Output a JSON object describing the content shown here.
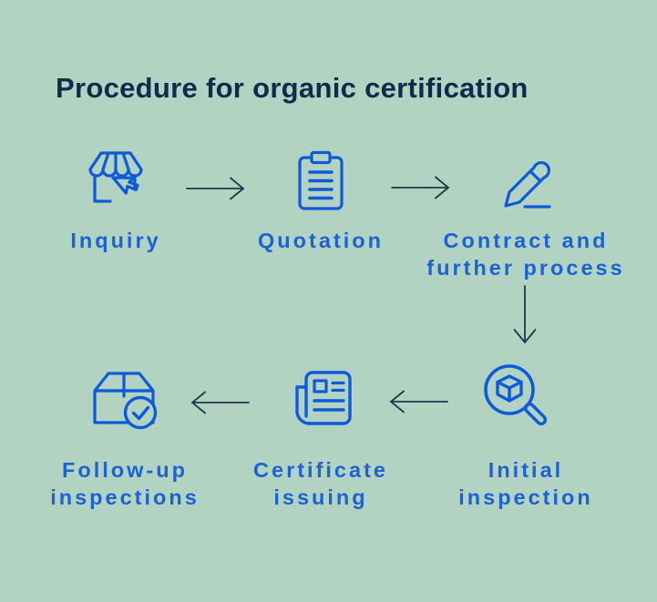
{
  "title": "Procedure for organic certification",
  "colors": {
    "background": "#b3d3c2",
    "title": "#0d2b4a",
    "label": "#1a62d5",
    "icon": "#0d5bd9",
    "arrow": "#20374b"
  },
  "steps": [
    {
      "label": "Inquiry",
      "icon": "store-cursor-icon"
    },
    {
      "label": "Quotation",
      "icon": "clipboard-icon"
    },
    {
      "label": "Contract and\nfurther process",
      "icon": "pencil-signature-icon"
    },
    {
      "label": "Initial\ninspection",
      "icon": "magnifier-cube-icon"
    },
    {
      "label": "Certificate\nissuing",
      "icon": "newspaper-certificate-icon"
    },
    {
      "label": "Follow-up\ninspections",
      "icon": "package-check-icon"
    }
  ],
  "flow_order": [
    "Inquiry",
    "Quotation",
    "Contract and further process",
    "Initial inspection",
    "Certificate issuing",
    "Follow-up inspections"
  ]
}
